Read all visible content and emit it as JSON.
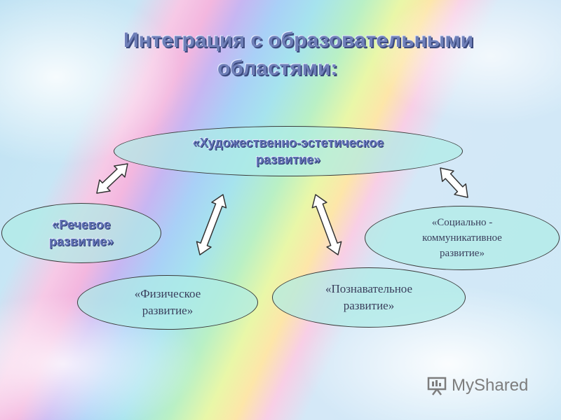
{
  "title": {
    "line1": "Интеграция  с образовательными",
    "line2": "областями:"
  },
  "nodes": {
    "art": {
      "line1": "«Художественно-эстетическое",
      "line2": "развитие»"
    },
    "speech": {
      "line1": "«Речевое",
      "line2": "развитие»"
    },
    "physical": {
      "line1": "«Физическое",
      "line2": "развитие»"
    },
    "cognitive": {
      "line1": "«Познавательное",
      "line2": "развитие»"
    },
    "social": {
      "line1": "«Социально -",
      "line2": "коммуникативное",
      "line3": "развитие»"
    }
  },
  "connections": [
    {
      "from": "art",
      "to": "speech",
      "type": "double-arrow"
    },
    {
      "from": "art",
      "to": "physical",
      "type": "double-arrow"
    },
    {
      "from": "art",
      "to": "cognitive",
      "type": "double-arrow"
    },
    {
      "from": "art",
      "to": "social",
      "type": "double-arrow"
    }
  ],
  "watermark": {
    "text": "MyShared"
  },
  "colors": {
    "title": "#6f7fb8",
    "ellipse_fill": "#afece6",
    "arrow_fill": "#ffffff",
    "watermark": "#7d7d7d"
  }
}
